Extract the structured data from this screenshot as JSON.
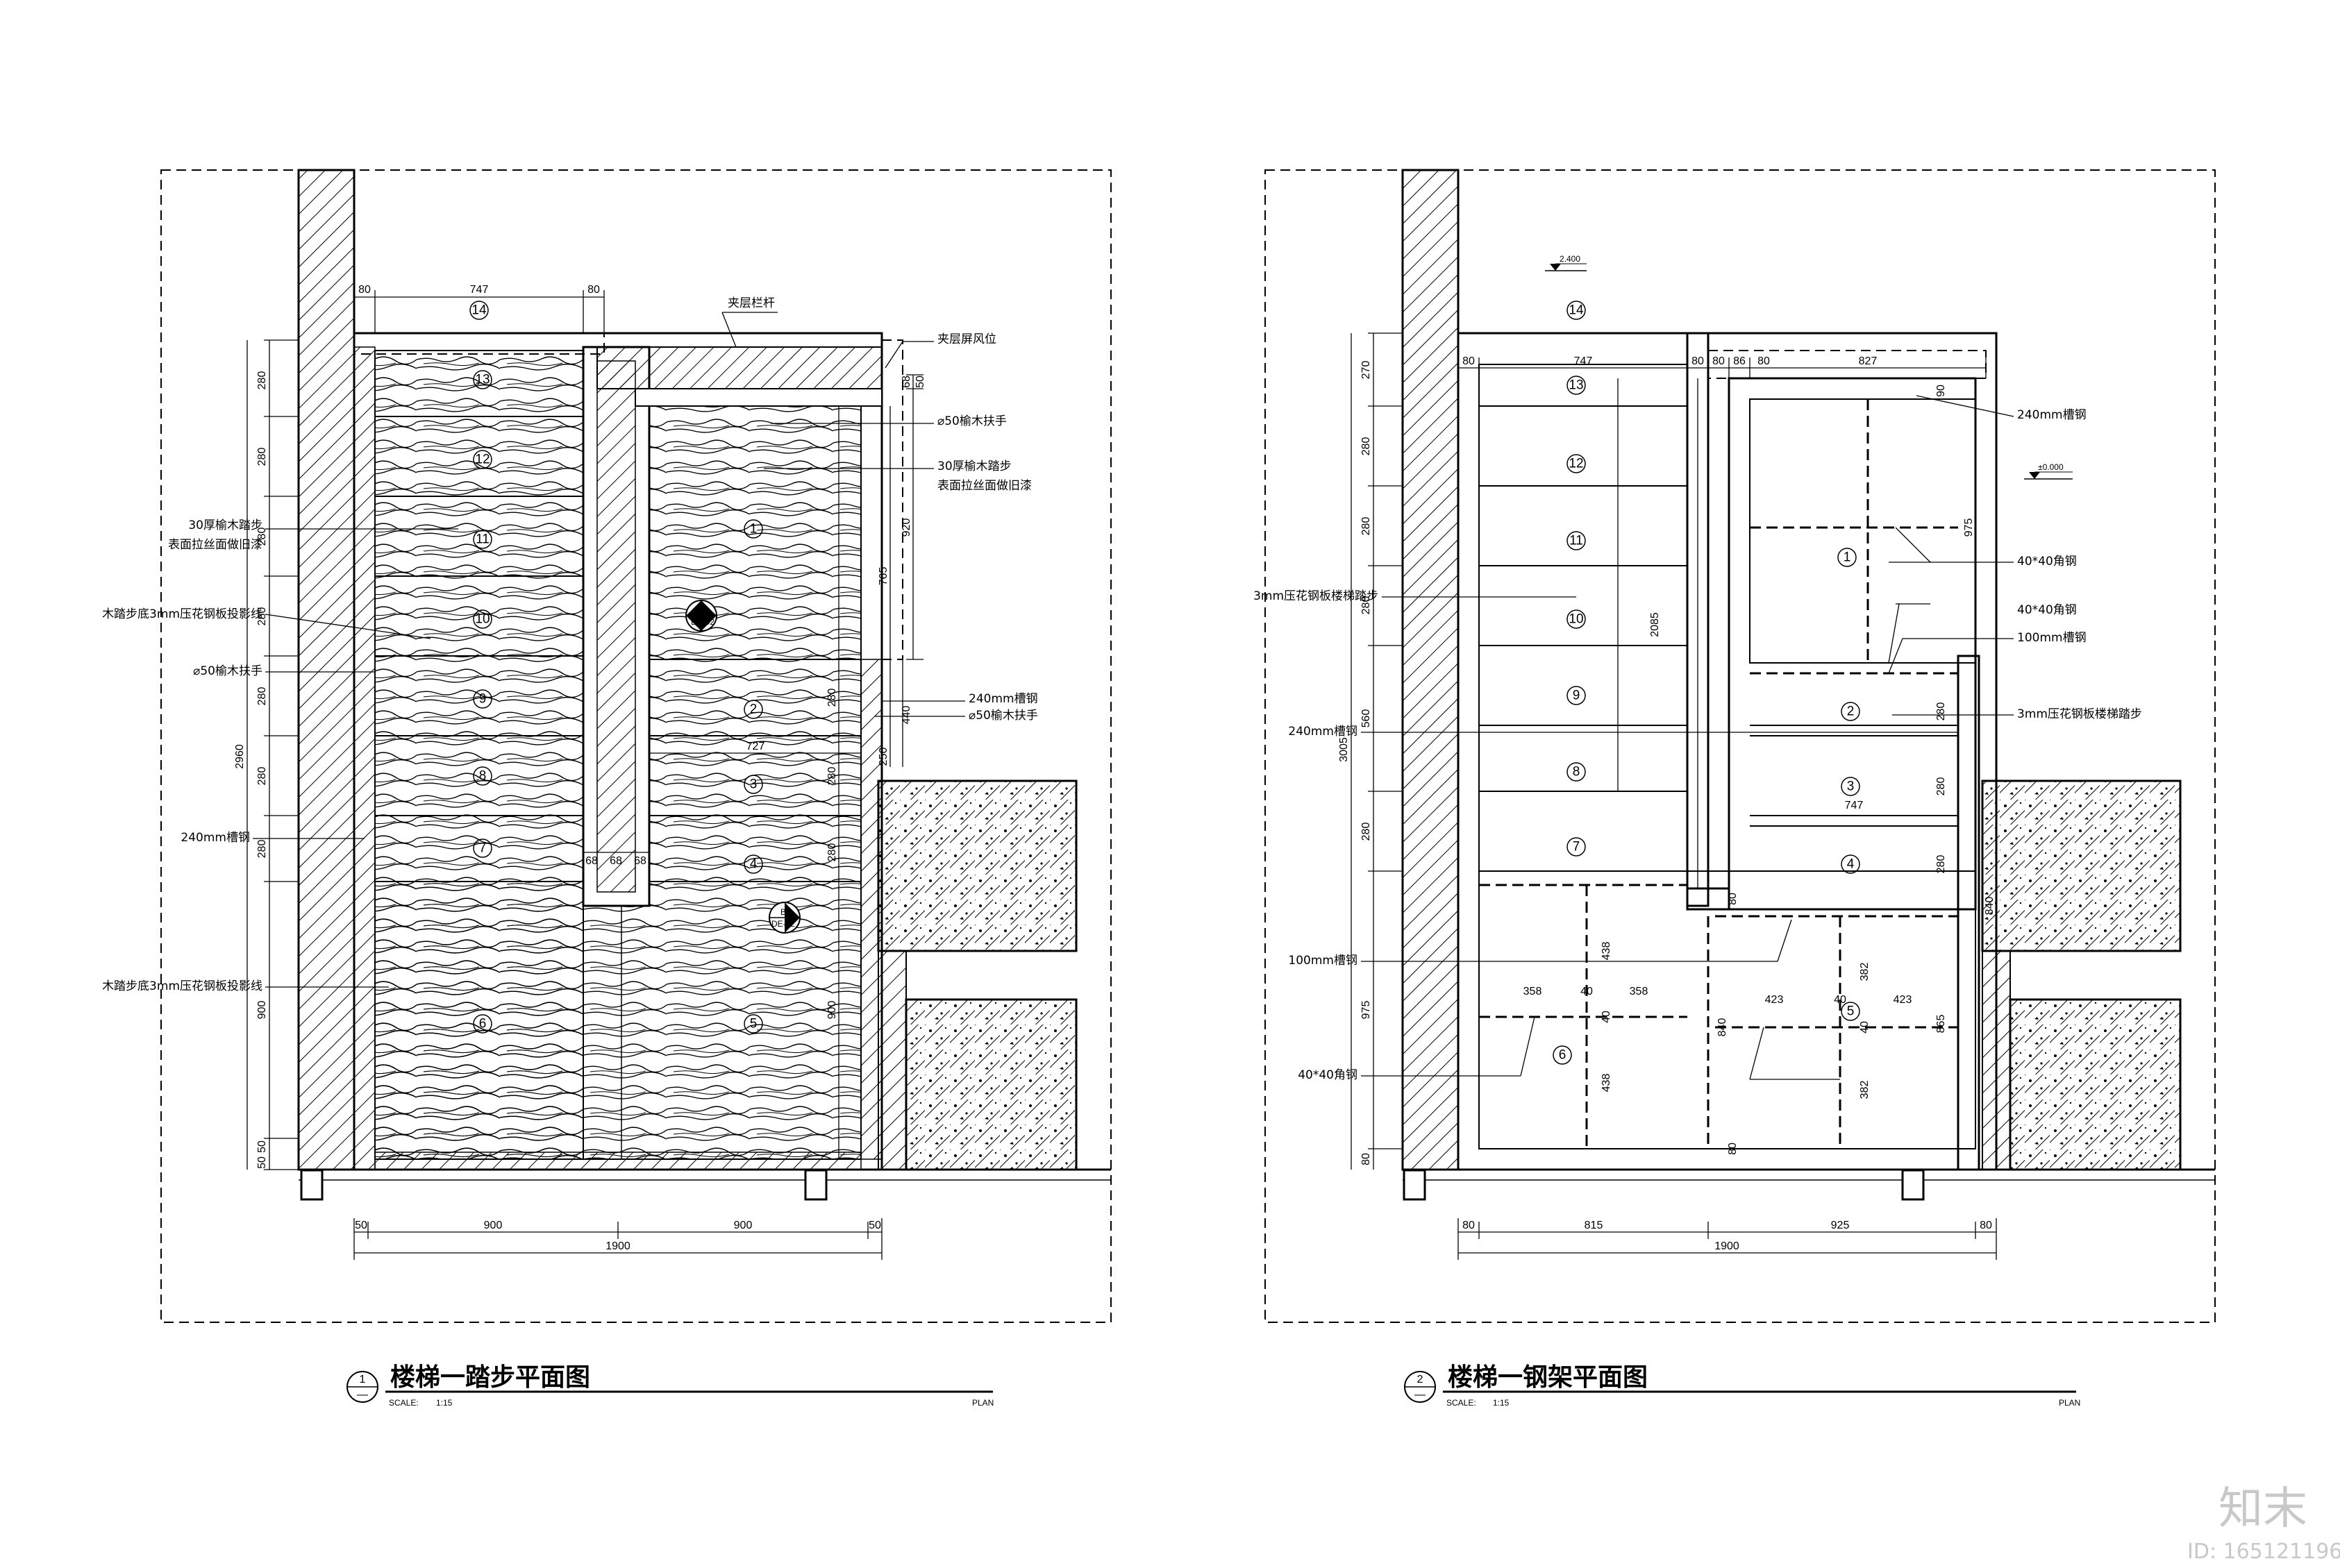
{
  "left_plan": {
    "title": "楼梯一踏步平面图",
    "index": "1",
    "index_sub": "—",
    "scale_label": "SCALE:",
    "scale": "1:15",
    "plan": "PLAN",
    "labels": {
      "railing": "夹层栏杆",
      "screen": "夹层屏风位",
      "handrail_top": "⌀50榆木扶手",
      "tread_right": "30厚榆木踏步",
      "tread_right_2": "表面拉丝面做旧漆",
      "tread_left": "30厚榆木踏步",
      "tread_left_2": "表面拉丝面做旧漆",
      "proj_top": "木踏步底3mm压花钢板投影线",
      "handrail_left": "⌀50榆木扶手",
      "channel_right": "240mm槽钢",
      "handrail_right": "⌀50榆木扶手",
      "channel_left": "240mm槽钢",
      "proj_bottom": "木踏步底3mm压花钢板投影线",
      "section_a": "A",
      "section_a_ref": "DE-02",
      "section_b": "B",
      "section_b_ref": "DE-02"
    },
    "dims_top": [
      "80",
      "747",
      "80"
    ],
    "dims_bottom": [
      "50",
      "900",
      "900",
      "50"
    ],
    "dim_total": "1900",
    "dims_left": [
      "280",
      "280",
      "280",
      "280",
      "280",
      "280",
      "280",
      "900",
      "50",
      "50"
    ],
    "dim_left_total": "2960",
    "dims_right": [
      "68",
      "50",
      "920",
      "765",
      "440",
      "250"
    ],
    "dims_inner": [
      "727",
      "68",
      "68",
      "68",
      "280",
      "280",
      "280",
      "900"
    ],
    "steps_left": [
      "13",
      "12",
      "11",
      "10",
      "9",
      "8",
      "7",
      "6",
      "14"
    ],
    "steps_right": [
      "1",
      "2",
      "3",
      "4",
      "5"
    ]
  },
  "right_plan": {
    "title": "楼梯一钢架平面图",
    "index": "2",
    "index_sub": "—",
    "scale_label": "SCALE:",
    "scale": "1:15",
    "plan": "PLAN",
    "labels": {
      "level_top": "2.400",
      "level_mid": "±0.000",
      "channel_top": "240mm槽钢",
      "angle_1": "40*40角钢",
      "angle_2": "40*40角钢",
      "channel_100": "100mm槽钢",
      "plate_right": "3mm压花钢板楼梯踏步",
      "plate_left": "3mm压花钢板楼梯踏步",
      "channel_left": "240mm槽钢",
      "channel_100_left": "100mm槽钢",
      "angle_left": "40*40角钢"
    },
    "dims_top": [
      "80",
      "747",
      "80",
      "80",
      "86",
      "80",
      "827"
    ],
    "dims_bottom": [
      "80",
      "815",
      "925",
      "80"
    ],
    "dim_total": "1900",
    "dims_left": [
      "270",
      "280",
      "280",
      "280",
      "560",
      "280",
      "975",
      "80"
    ],
    "dim_left_total": "3005",
    "dims_inner": [
      "2085",
      "975",
      "80",
      "747",
      "358",
      "40",
      "358",
      "423",
      "40",
      "423",
      "438",
      "40",
      "438",
      "840",
      "382",
      "40",
      "382",
      "865",
      "90",
      "280",
      "280",
      "280",
      "80",
      "840"
    ],
    "steps_left": [
      "14",
      "13",
      "12",
      "11",
      "10",
      "9",
      "8",
      "7",
      "6"
    ],
    "steps_right": [
      "1",
      "2",
      "3",
      "4",
      "5"
    ]
  },
  "watermark": {
    "brand": "知末",
    "id": "ID: 165121196"
  }
}
